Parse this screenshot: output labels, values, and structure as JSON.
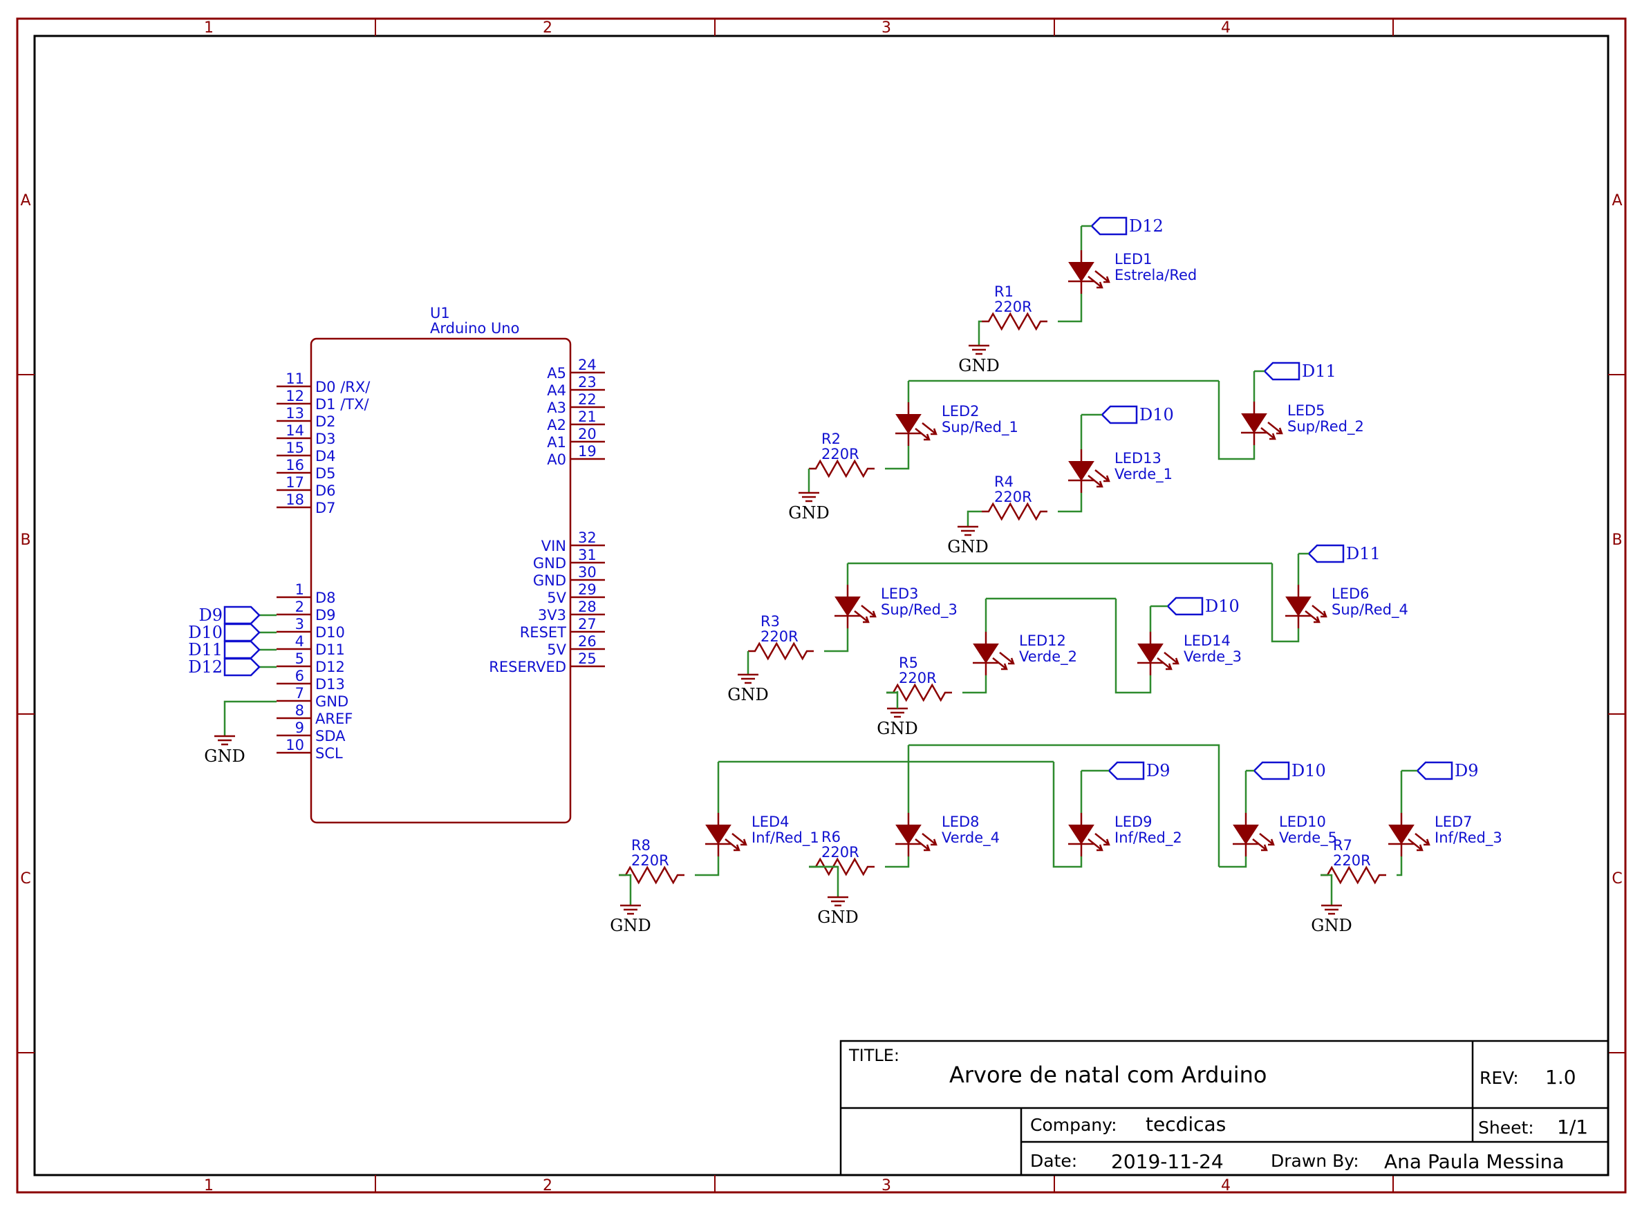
{
  "frame": {
    "columns": [
      "1",
      "2",
      "3",
      "4"
    ],
    "rows": [
      "A",
      "B",
      "C"
    ]
  },
  "arduino": {
    "ref": "U1",
    "value": "Arduino Uno",
    "left_pins": [
      {
        "num": "11",
        "name": "D0 /RX/"
      },
      {
        "num": "12",
        "name": "D1 /TX/"
      },
      {
        "num": "13",
        "name": "D2"
      },
      {
        "num": "14",
        "name": "D3"
      },
      {
        "num": "15",
        "name": "D4"
      },
      {
        "num": "16",
        "name": "D5"
      },
      {
        "num": "17",
        "name": "D6"
      },
      {
        "num": "18",
        "name": "D7"
      },
      {
        "num": "1",
        "name": "D8"
      },
      {
        "num": "2",
        "name": "D9"
      },
      {
        "num": "3",
        "name": "D10"
      },
      {
        "num": "4",
        "name": "D11"
      },
      {
        "num": "5",
        "name": "D12"
      },
      {
        "num": "6",
        "name": "D13"
      },
      {
        "num": "7",
        "name": "GND"
      },
      {
        "num": "8",
        "name": "AREF"
      },
      {
        "num": "9",
        "name": "SDA"
      },
      {
        "num": "10",
        "name": "SCL"
      }
    ],
    "right_pins": [
      {
        "num": "24",
        "name": "A5"
      },
      {
        "num": "23",
        "name": "A4"
      },
      {
        "num": "22",
        "name": "A3"
      },
      {
        "num": "21",
        "name": "A2"
      },
      {
        "num": "20",
        "name": "A1"
      },
      {
        "num": "19",
        "name": "A0"
      },
      {
        "num": "32",
        "name": "VIN"
      },
      {
        "num": "31",
        "name": "GND"
      },
      {
        "num": "30",
        "name": "GND"
      },
      {
        "num": "29",
        "name": "5V"
      },
      {
        "num": "28",
        "name": "3V3"
      },
      {
        "num": "27",
        "name": "RESET"
      },
      {
        "num": "26",
        "name": "5V"
      },
      {
        "num": "25",
        "name": "RESERVED"
      }
    ],
    "net_labels": [
      "D9",
      "D10",
      "D11",
      "D12"
    ]
  },
  "gnd_label": "GND",
  "leds": [
    {
      "ref": "LED1",
      "value": "Estrela/Red",
      "net": "D12"
    },
    {
      "ref": "LED2",
      "value": "Sup/Red_1",
      "net": ""
    },
    {
      "ref": "LED5",
      "value": "Sup/Red_2",
      "net": "D11"
    },
    {
      "ref": "LED13",
      "value": "Verde_1",
      "net": "D10"
    },
    {
      "ref": "LED3",
      "value": "Sup/Red_3",
      "net": ""
    },
    {
      "ref": "LED6",
      "value": "Sup/Red_4",
      "net": "D11"
    },
    {
      "ref": "LED12",
      "value": "Verde_2",
      "net": ""
    },
    {
      "ref": "LED14",
      "value": "Verde_3",
      "net": "D10"
    },
    {
      "ref": "LED4",
      "value": "Inf/Red_1",
      "net": ""
    },
    {
      "ref": "LED8",
      "value": "Verde_4",
      "net": ""
    },
    {
      "ref": "LED9",
      "value": "Inf/Red_2",
      "net": "D9"
    },
    {
      "ref": "LED10",
      "value": "Verde_5",
      "net": "D10"
    },
    {
      "ref": "LED7",
      "value": "Inf/Red_3",
      "net": "D9"
    }
  ],
  "resistors": [
    {
      "ref": "R1",
      "value": "220R"
    },
    {
      "ref": "R2",
      "value": "220R"
    },
    {
      "ref": "R4",
      "value": "220R"
    },
    {
      "ref": "R3",
      "value": "220R"
    },
    {
      "ref": "R5",
      "value": "220R"
    },
    {
      "ref": "R8",
      "value": "220R"
    },
    {
      "ref": "R6",
      "value": "220R"
    },
    {
      "ref": "R7",
      "value": "220R"
    }
  ],
  "title_block": {
    "title_label": "TITLE:",
    "title": "Arvore de natal com Arduino",
    "rev_label": "REV:",
    "rev": "1.0",
    "company_label": "Company:",
    "company": "tecdicas",
    "sheet_label": "Sheet:",
    "sheet": "1/1",
    "date_label": "Date:",
    "date": "2019-11-24",
    "drawn_label": "Drawn By:",
    "drawn_by": "Ana Paula Messina"
  }
}
